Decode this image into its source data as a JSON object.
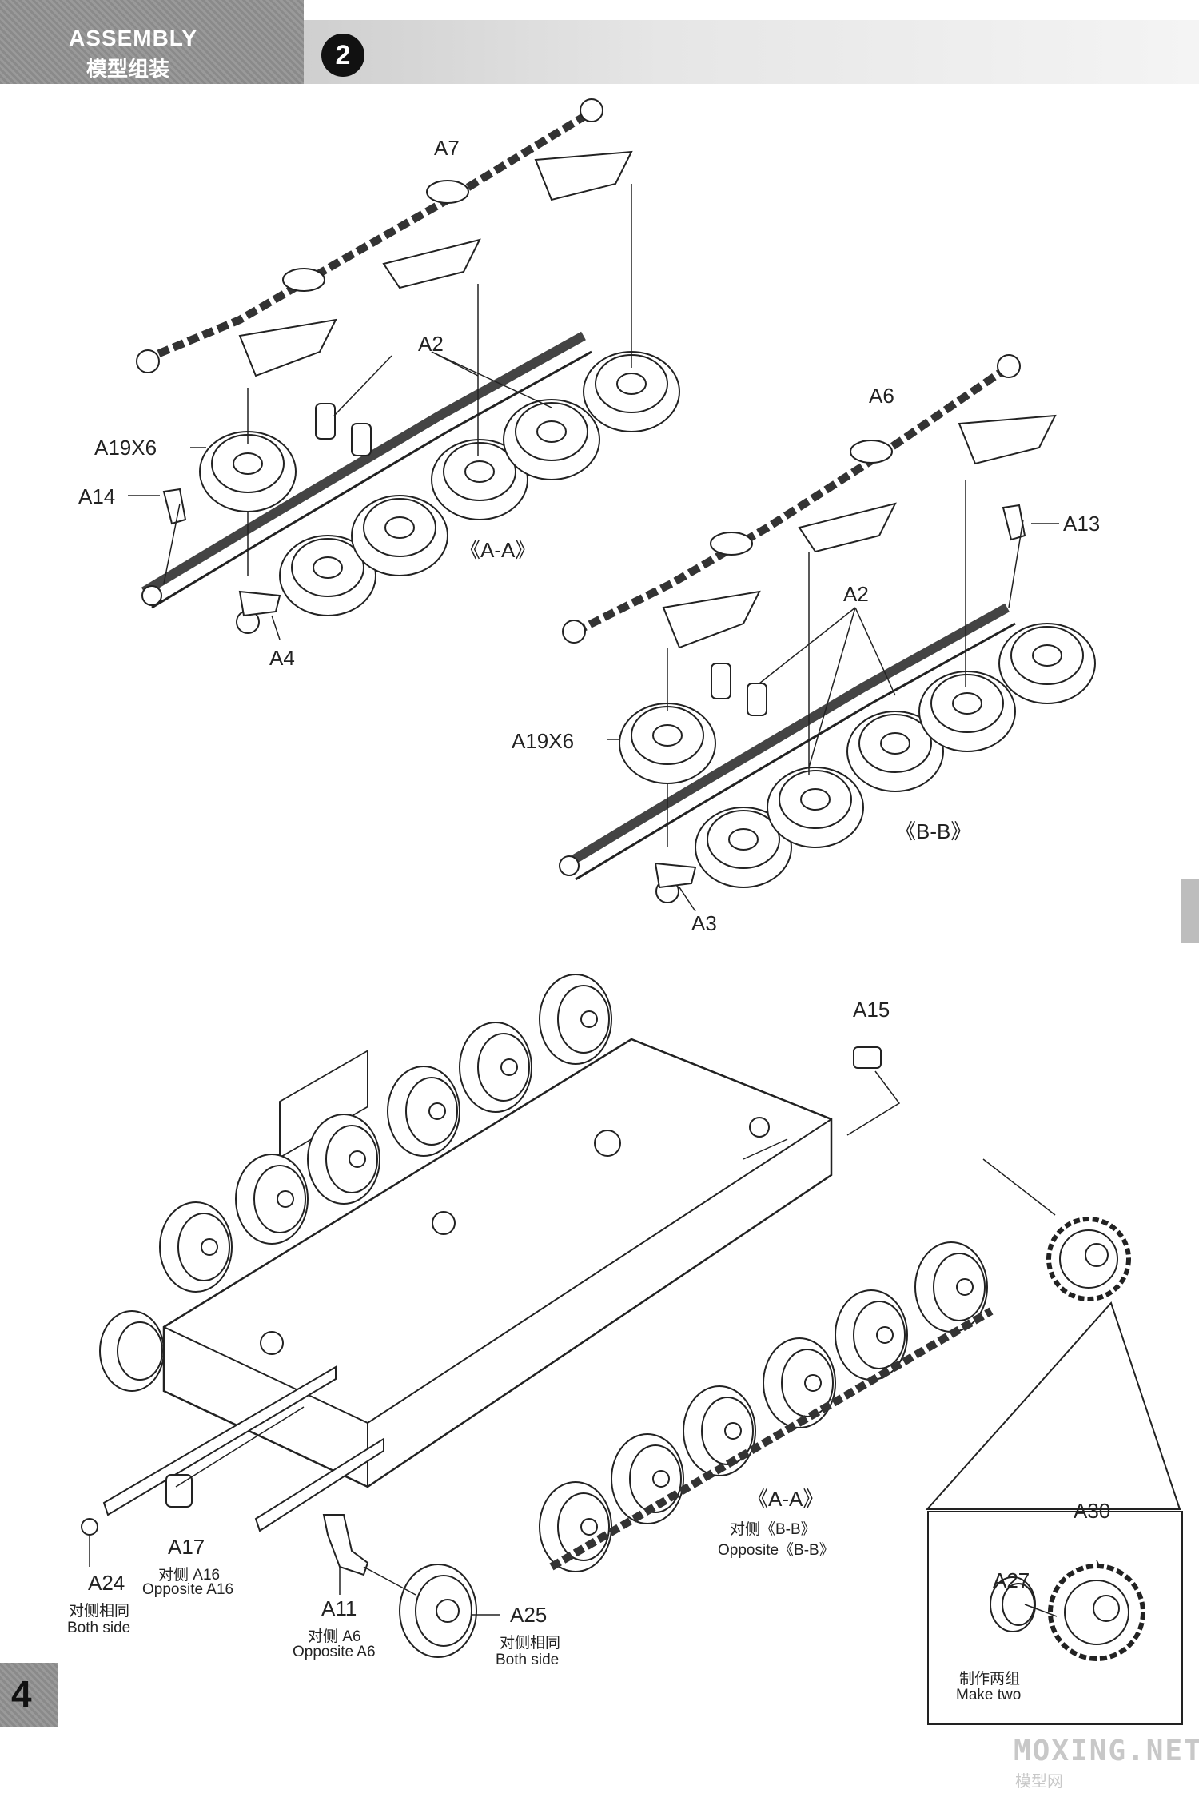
{
  "header": {
    "title": "ASSEMBLY",
    "subtitle": "模型组装",
    "step": "2"
  },
  "labels": {
    "a7": "A7",
    "a2_top": "A2",
    "a19_top": "A19X6",
    "a14": "A14",
    "a4": "A4",
    "section_aa_top": "《A-A》",
    "a6": "A6",
    "a13": "A13",
    "a2_mid": "A2",
    "a19_mid": "A19X6",
    "section_bb": "《B-B》",
    "a3": "A3",
    "a15": "A15",
    "a30": "A30",
    "a27": "A27",
    "section_aa_bottom": "《A-A》",
    "opposite_cn": "对侧《B-B》",
    "opposite_en": "Opposite《B-B》",
    "a17": "A17",
    "a17_cn": "对侧  A16",
    "a17_en": "Opposite A16",
    "a24": "A24",
    "a24_cn": "对侧相同",
    "a24_en": "Both side",
    "a11": "A11",
    "a11_cn": "对侧  A6",
    "a11_en": "Opposite A6",
    "a25": "A25",
    "a25_cn": "对侧相同",
    "a25_en": "Both side",
    "make_cn": "制作两组",
    "make_en": "Make two"
  },
  "page_number": "4",
  "watermark": {
    "brand": "MOXING.NET",
    "cn": "模型网"
  }
}
